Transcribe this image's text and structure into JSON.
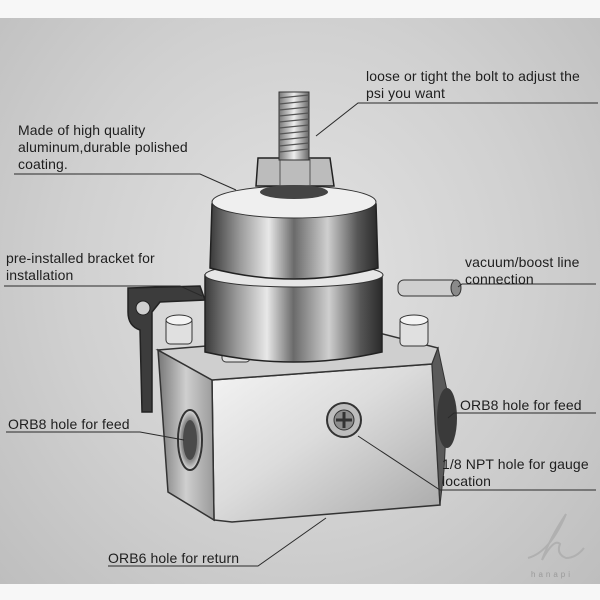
{
  "callouts": {
    "bolt": "loose or tight the bolt to adjust the\npsi you want",
    "coating": "Made of high quality\naluminum,durable polished\ncoating.",
    "bracket": "pre-installed bracket for\ninstallation",
    "vacuum": "vacuum/boost line\nconnection",
    "orb8_left": "ORB8 hole for feed",
    "orb8_right": "ORB8 hole for feed",
    "npt": "1/8 NPT hole for gauge\nlocation",
    "orb6": "ORB6 hole for return"
  },
  "watermark": {
    "text": "hanapi"
  }
}
